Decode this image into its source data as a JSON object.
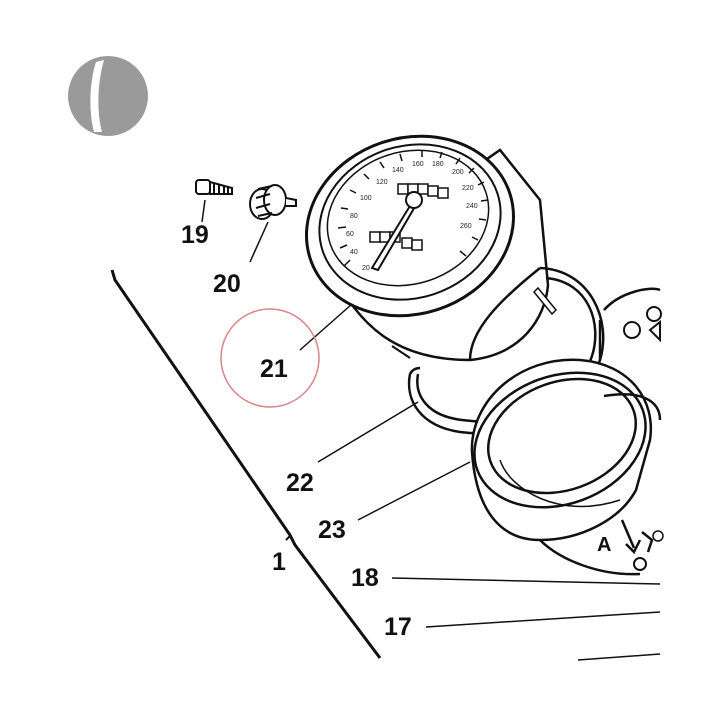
{
  "colors": {
    "line": "#111111",
    "highlight_circle": "#d9858a",
    "logo": "#9a9a9a"
  },
  "logo": {
    "name": "brand-logo-icon"
  },
  "callouts": {
    "c19": "19",
    "c20": "20",
    "c21": "21",
    "c22": "22",
    "c23": "23",
    "c1": "1",
    "c18": "18",
    "c17": "17",
    "detail_a": "A"
  },
  "gauge_scale": [
    "20",
    "40",
    "60",
    "80",
    "100",
    "120",
    "140",
    "160",
    "180",
    "200",
    "220",
    "240",
    "260"
  ]
}
